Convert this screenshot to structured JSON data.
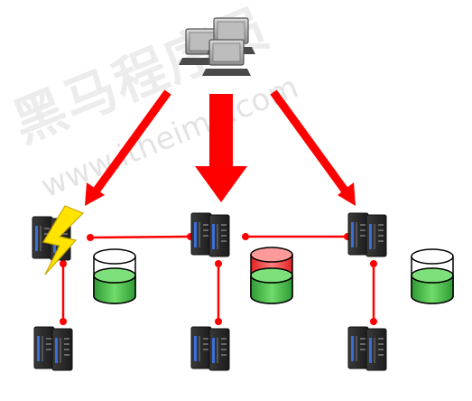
{
  "watermark": {
    "text_cn": "黑马程序员",
    "text_url": "www.itheima.com"
  },
  "colors": {
    "arrow": "#ff0000",
    "link": "#ff0000",
    "server_body": "#2e2e2e",
    "server_led": "#3a6fd8",
    "db_green": "#3cb043",
    "db_red": "#ff3b3b",
    "bolt": "#ffe400"
  },
  "diagram": {
    "client_group": "client-computers",
    "primary_servers": [
      "server-left",
      "server-center",
      "server-right"
    ],
    "secondary_servers": [
      "server-left-bottom",
      "server-center-bottom",
      "server-right-bottom"
    ],
    "databases": [
      {
        "id": "db-left",
        "state": "green"
      },
      {
        "id": "db-center",
        "state": "red-top"
      },
      {
        "id": "db-right",
        "state": "green"
      }
    ],
    "failure": "server-left",
    "icons": [
      "computer-icon",
      "server-icon",
      "database-icon",
      "lightning-icon"
    ]
  }
}
